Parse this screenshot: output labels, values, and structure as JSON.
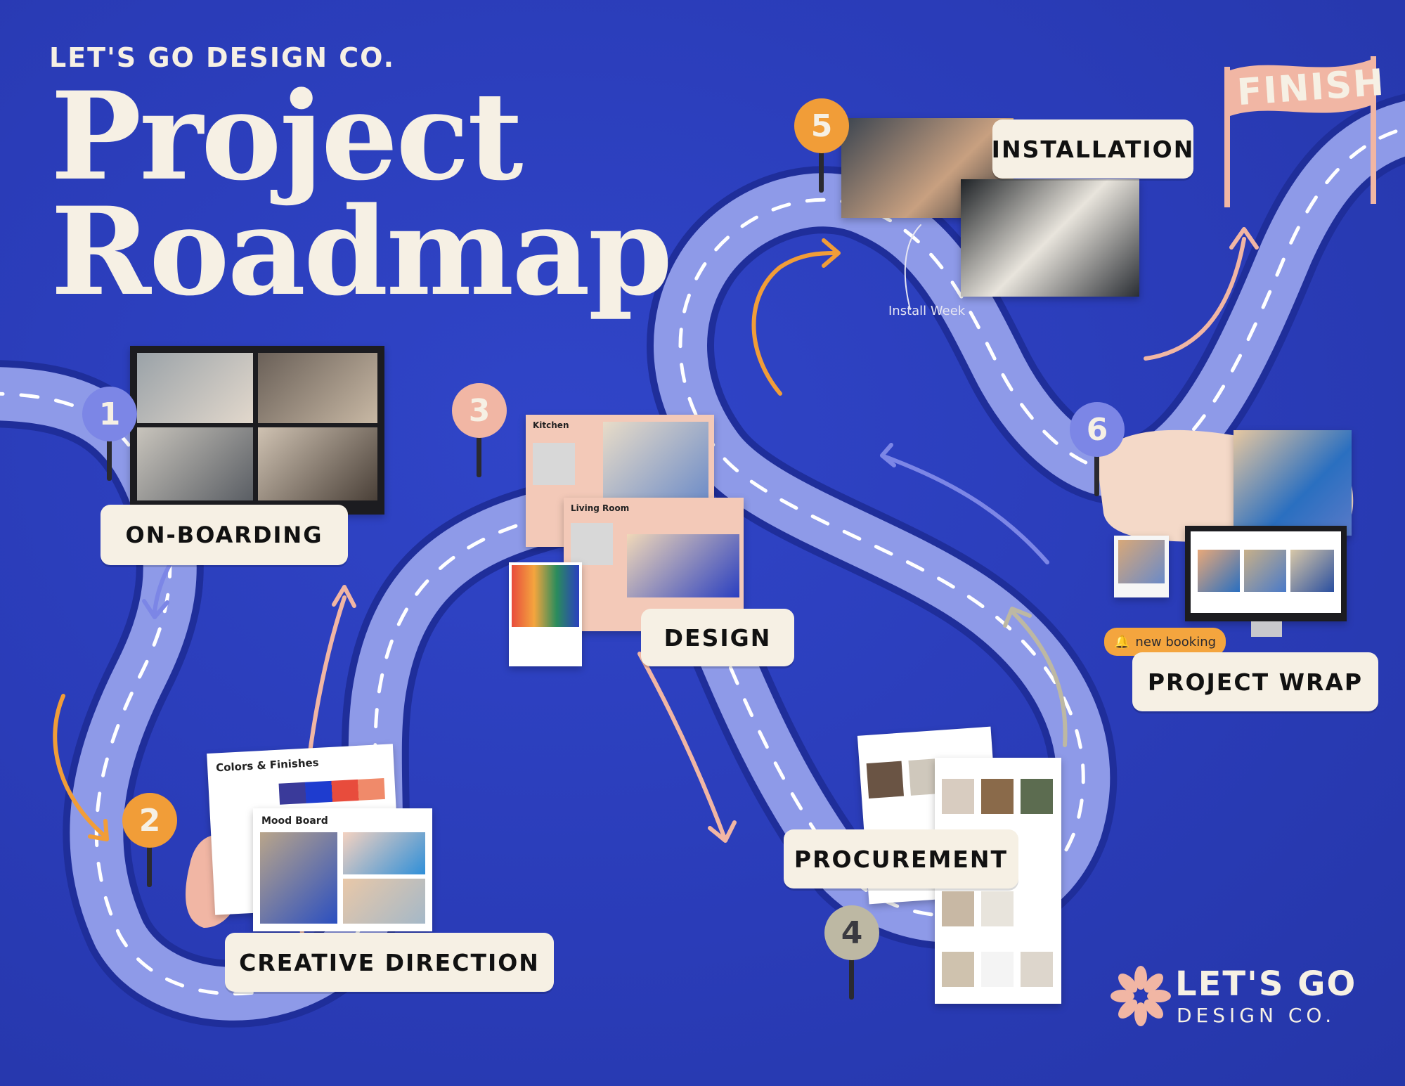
{
  "brand": {
    "top": "LET'S GO DESIGN CO."
  },
  "title": {
    "line1": "Project",
    "line2": "Roadmap"
  },
  "steps": [
    {
      "number": "1",
      "label": "ON-BOARDING",
      "pin_color": "#7c86e6"
    },
    {
      "number": "2",
      "label": "CREATIVE DIRECTION",
      "pin_color": "#f19d38"
    },
    {
      "number": "3",
      "label": "DESIGN",
      "pin_color": "#f1b6a4"
    },
    {
      "number": "4",
      "label": "PROCUREMENT",
      "pin_color": "#bdb8a3"
    },
    {
      "number": "5",
      "label": "INSTALLATION",
      "pin_color": "#f19d38"
    },
    {
      "number": "6",
      "label": "PROJECT WRAP",
      "pin_color": "#7c86e6"
    }
  ],
  "design_boards": {
    "kitchen": "Kitchen",
    "living_room": "Living Room"
  },
  "creative_boards": {
    "colors": "Colors & Finishes",
    "mood": "Mood Board"
  },
  "installation": {
    "caption": "Install Week"
  },
  "project_wrap": {
    "notification": "new booking",
    "bell_icon": "bell-icon"
  },
  "finish_flag": "FINISH",
  "logo": {
    "line1": "LET'S GO",
    "line2": "DESIGN CO."
  },
  "colors": {
    "background": "#2a3cb8",
    "road": "#8e9ae8",
    "road_edge": "#1f2e9a",
    "cream": "#f6f0e4",
    "orange": "#f19d38",
    "peach": "#f1b6a4"
  }
}
